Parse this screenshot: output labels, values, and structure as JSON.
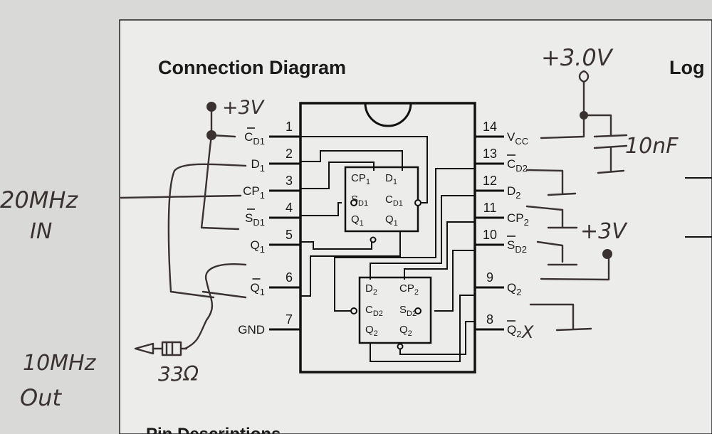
{
  "title": "Connection Diagram",
  "right_header_fragment": "Log",
  "bottom_cut_text": "Pin Descriptions",
  "left_pins": [
    {
      "num": "1",
      "label": "CD1",
      "main": "C",
      "sub": "D1",
      "overbar": true
    },
    {
      "num": "2",
      "label": "D1",
      "main": "D",
      "sub": "1",
      "overbar": false
    },
    {
      "num": "3",
      "label": "CP1",
      "main": "CP",
      "sub": "1",
      "overbar": false
    },
    {
      "num": "4",
      "label": "SD1",
      "main": "S",
      "sub": "D1",
      "overbar": true
    },
    {
      "num": "5",
      "label": "Q1",
      "main": "Q",
      "sub": "1",
      "overbar": false
    },
    {
      "num": "6",
      "label": "Q1-bar",
      "main": "Q",
      "sub": "1",
      "overbar": true
    },
    {
      "num": "7",
      "label": "GND",
      "main": "GND",
      "sub": "",
      "overbar": false
    }
  ],
  "right_pins": [
    {
      "num": "14",
      "label": "VCC",
      "main": "V",
      "sub": "CC",
      "overbar": false
    },
    {
      "num": "13",
      "label": "CD2",
      "main": "C",
      "sub": "D2",
      "overbar": true
    },
    {
      "num": "12",
      "label": "D2",
      "main": "D",
      "sub": "2",
      "overbar": false
    },
    {
      "num": "11",
      "label": "CP2",
      "main": "CP",
      "sub": "2",
      "overbar": false
    },
    {
      "num": "10",
      "label": "SD2",
      "main": "S",
      "sub": "D2",
      "overbar": true
    },
    {
      "num": "9",
      "label": "Q2",
      "main": "Q",
      "sub": "2",
      "overbar": false
    },
    {
      "num": "8",
      "label": "Q2-bar",
      "main": "Q",
      "sub": "2",
      "overbar": true
    }
  ],
  "ff1": {
    "top_left": "CP",
    "top_left_sub": "1",
    "top_right": "D",
    "top_right_sub": "1",
    "mid_left": "S",
    "mid_left_sub": "D1",
    "mid_right": "C",
    "mid_right_sub": "D1",
    "bot_left": "Q",
    "bot_left_sub": "1",
    "bot_right": "Q",
    "bot_right_sub": "1"
  },
  "ff2": {
    "top_left": "D",
    "top_left_sub": "2",
    "top_right": "CP",
    "top_right_sub": "2",
    "mid_left": "C",
    "mid_left_sub": "D2",
    "mid_right": "S",
    "mid_right_sub": "D2",
    "bot_left": "Q",
    "bot_left_sub": "2",
    "bot_right": "Q",
    "bot_right_sub": "2"
  },
  "annotations": {
    "supply_top": "+3.0V",
    "supply_left": "+3V",
    "supply_right": "+3V",
    "capacitor": "10nF",
    "input_freq": "20MHz",
    "input_label": "IN",
    "output_freq": "10MHz",
    "output_label": "Out",
    "resistor": "33Ω",
    "pin8_mark": "X"
  }
}
